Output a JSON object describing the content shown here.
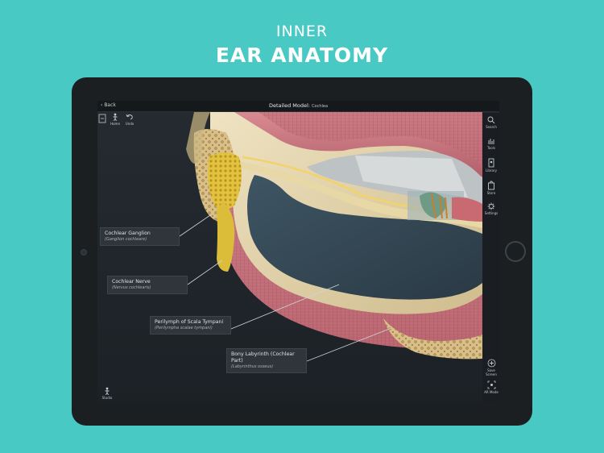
{
  "banner": {
    "line1": "INNER",
    "line2": "EAR ANATOMY"
  },
  "app": {
    "back_label": "Back",
    "title_main": "Detailed Model:",
    "title_sub": "Cochlea"
  },
  "left_tools": [
    {
      "label": "Home",
      "icon": "figure-icon"
    },
    {
      "label": "Undo",
      "icon": "undo-icon"
    }
  ],
  "right_tools": [
    {
      "label": "Search",
      "icon": "search-icon"
    },
    {
      "label": "Tools",
      "icon": "tools-icon"
    },
    {
      "label": "Library",
      "icon": "library-icon"
    },
    {
      "label": "Store",
      "icon": "store-icon"
    },
    {
      "label": "Settings",
      "icon": "gear-icon"
    }
  ],
  "bottom_right_tools": [
    {
      "label": "Save Screen",
      "icon": "plus-icon"
    },
    {
      "label": "AR Mode",
      "icon": "ar-icon"
    }
  ],
  "bottom_left_tool": {
    "label": "Studio",
    "icon": "figure-icon"
  },
  "callouts": [
    {
      "name": "Cochlear Ganglion",
      "latin": "(Ganglion cochleare)"
    },
    {
      "name": "Cochlear Nerve",
      "latin": "(Nervus cochlearis)"
    },
    {
      "name": "Perilymph of Scala Tympani",
      "latin": "(Perilympha scalae tympani)"
    },
    {
      "name": "Bony Labyrinth (Cochlear Part)",
      "latin": "(Labyrinthus osseus)"
    }
  ],
  "colors": {
    "background": "#49c9c3",
    "tablet": "#1c1f22",
    "bone": "#e3d3a8",
    "membrane": "#c87580"
  }
}
